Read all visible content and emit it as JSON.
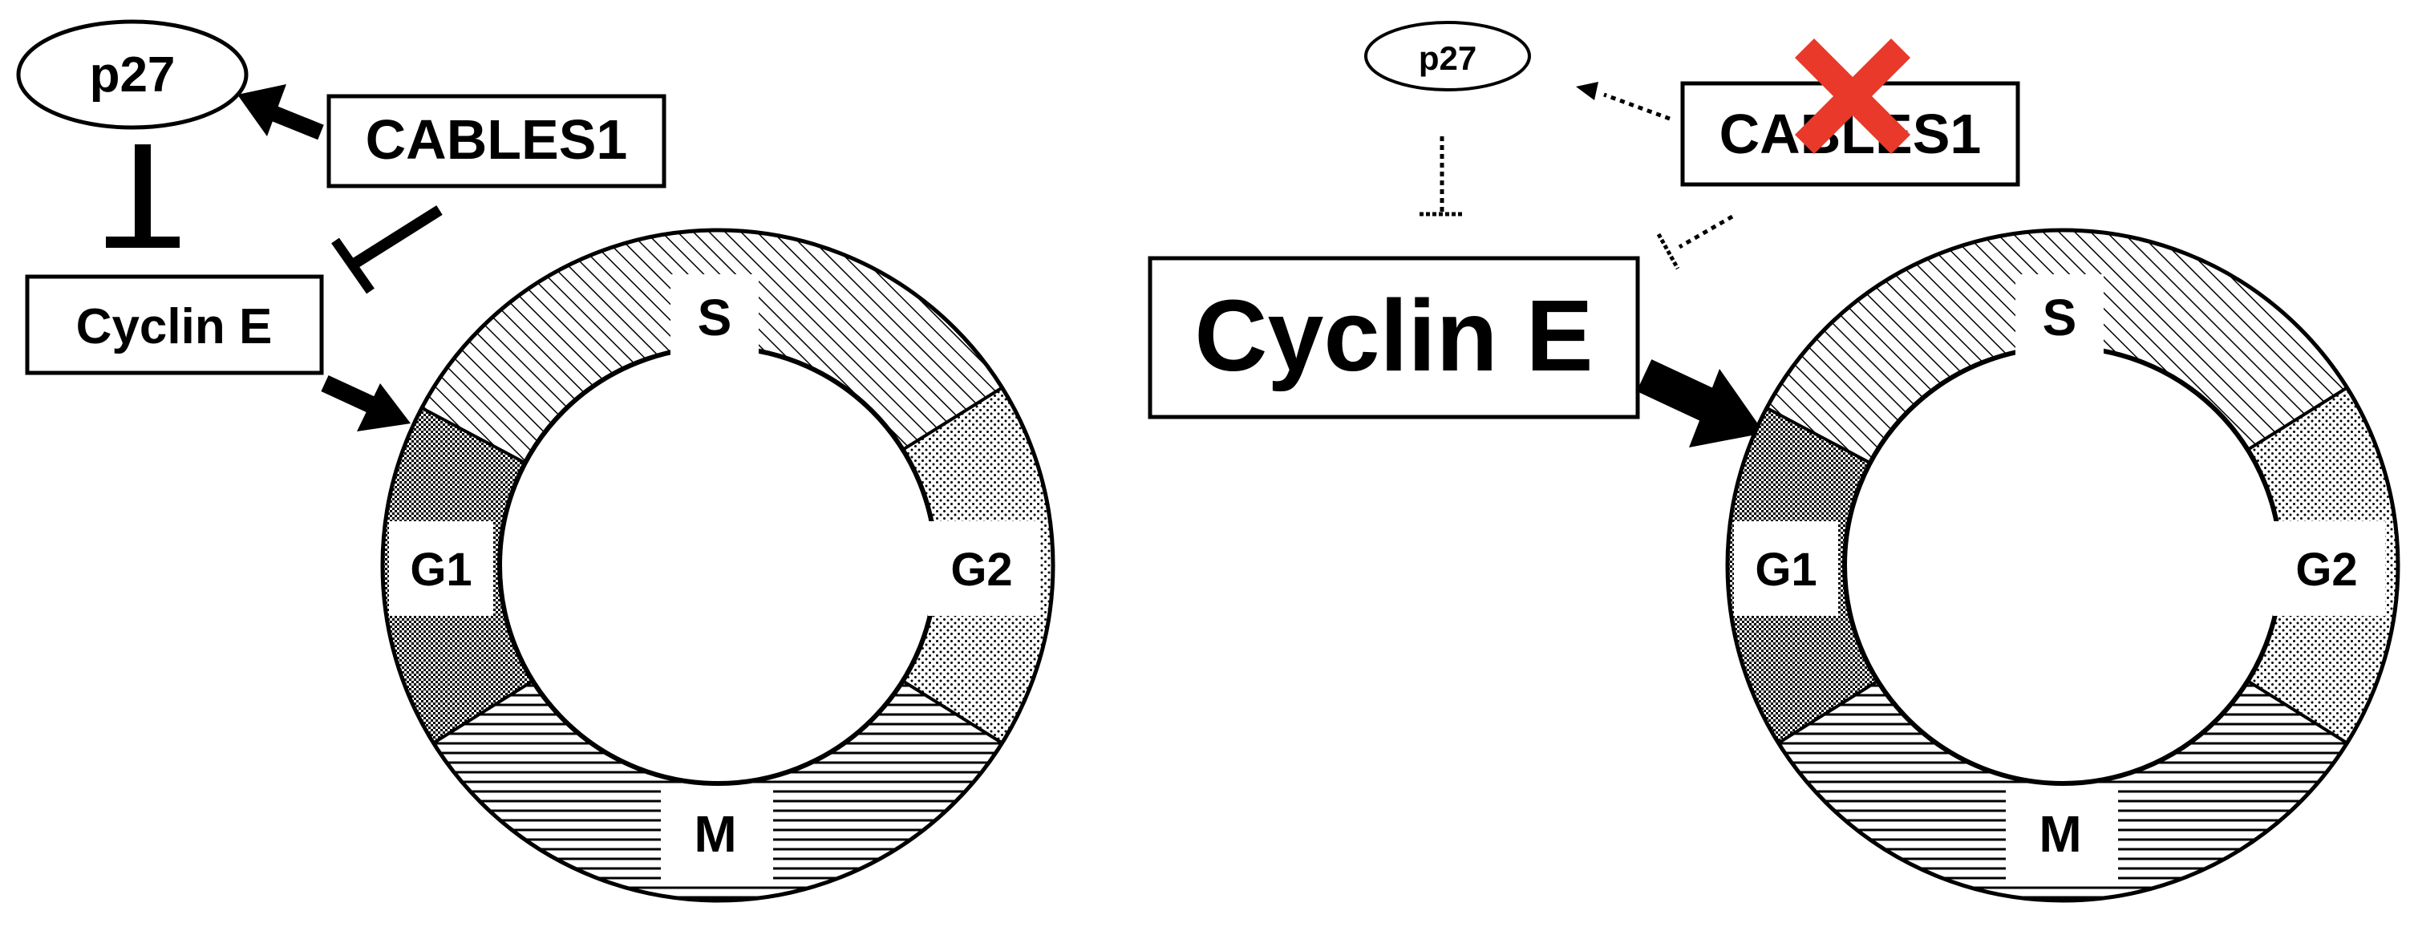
{
  "left_panel": {
    "p27": "p27",
    "cables1": "CABLES1",
    "cyclin_e": "Cyclin E",
    "cycle": {
      "s": "S",
      "g1": "G1",
      "g2": "G2",
      "m": "M"
    }
  },
  "right_panel": {
    "p27": "p27",
    "cables1": "CABLES1",
    "cyclin_e": "Cyclin E",
    "cycle": {
      "s": "S",
      "g1": "G1",
      "g2": "G2",
      "m": "M"
    }
  },
  "colors": {
    "ink": "#000000",
    "knockout_cross": "#e8392b",
    "background": "#ffffff"
  },
  "icons": {
    "knockout": "cross-icon"
  }
}
